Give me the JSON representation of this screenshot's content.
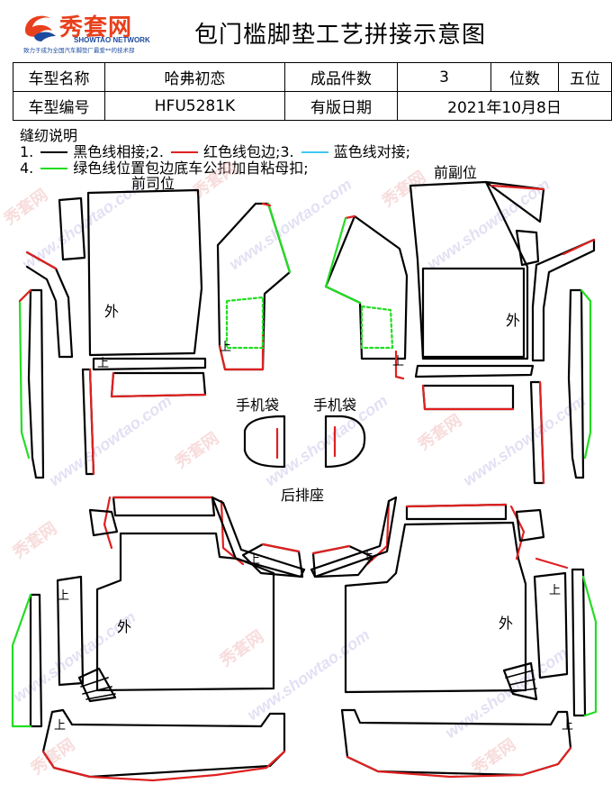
{
  "brand": {
    "name": "秀套网",
    "name_en": "SHOWTAO NETWORK",
    "tagline": "致力于成为全国汽车脚垫厂最爱**的技术部"
  },
  "title": "包门槛脚垫工艺拼接示意图",
  "info": {
    "r1": {
      "k1": "车型名称",
      "v1": "哈弗初恋",
      "k2": "成品件数",
      "v2": "3",
      "k3": "位数",
      "v3": "五位"
    },
    "r2": {
      "k1": "车型编号",
      "v1": "HFU5281K",
      "k2": "有版日期",
      "v2": "2021年10月8日"
    }
  },
  "legend": {
    "heading": "缝纫说明",
    "n1": "1.",
    "t1": "黑色线相接;2.",
    "t2": "红色线包边;3.",
    "t3": "蓝色线对接;",
    "n4": "4.",
    "t4": "绿色线位置包边底车公扣加自粘母扣;"
  },
  "colors": {
    "black": "#000000",
    "red": "#e02020",
    "blue": "#40c8f0",
    "green": "#22dd22"
  },
  "labels": {
    "front_driver": "前司位",
    "front_passenger": "前副位",
    "phone_bag_1": "手机袋",
    "phone_bag_2": "手机袋",
    "rear": "后排座",
    "outside": "外",
    "up": "上"
  },
  "watermark": {
    "text": "www.showtao.com",
    "brand": "秀套网"
  }
}
